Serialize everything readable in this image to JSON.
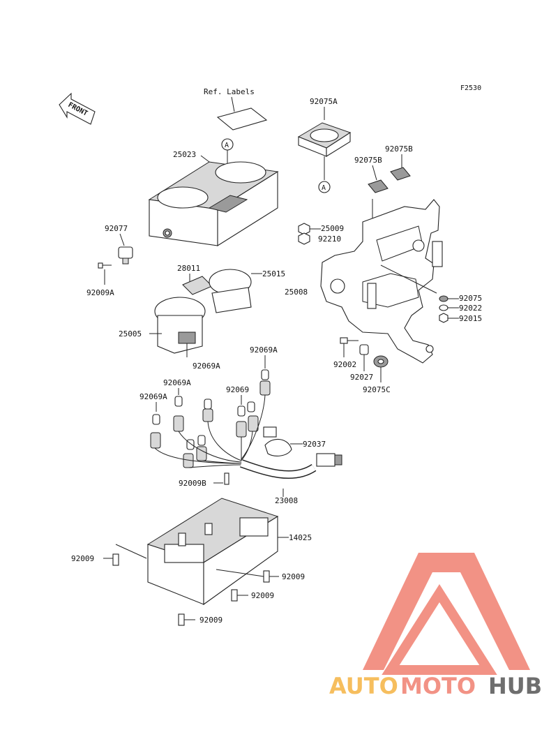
{
  "figure_code": "F2530",
  "front_label": "FRONT",
  "callout_letter": "A",
  "labels": {
    "ref_labels": "Ref. Labels",
    "p92075A": "92075A",
    "p25023": "25023",
    "p92075B_1": "92075B",
    "p92075B_2": "92075B",
    "p92077": "92077",
    "p25009": "25009",
    "p92210": "92210",
    "p92009A": "92009A",
    "p28011": "28011",
    "p25015": "25015",
    "p25008": "25008",
    "p92075": "92075",
    "p92022": "92022",
    "p92015": "92015",
    "p25005": "25005",
    "p92069A_1": "92069A",
    "p92069A_2": "92069A",
    "p92069A_3": "92069A",
    "p92069A_4": "92069A",
    "p92069": "92069",
    "p92002": "92002",
    "p92027": "92027",
    "p92075C": "92075C",
    "p92037": "92037",
    "p92009B": "92009B",
    "p23008": "23008",
    "p14025": "14025",
    "p92009_1": "92009",
    "p92009_2": "92009",
    "p92009_3": "92009",
    "p92009_4": "92009"
  },
  "watermark": {
    "part1": "AUTO",
    "part2": "MOTO",
    "part3": "HUB",
    "color1": "#f5b342",
    "color2": "#f08070",
    "color3": "#555555",
    "logo_color": "#f08070"
  }
}
